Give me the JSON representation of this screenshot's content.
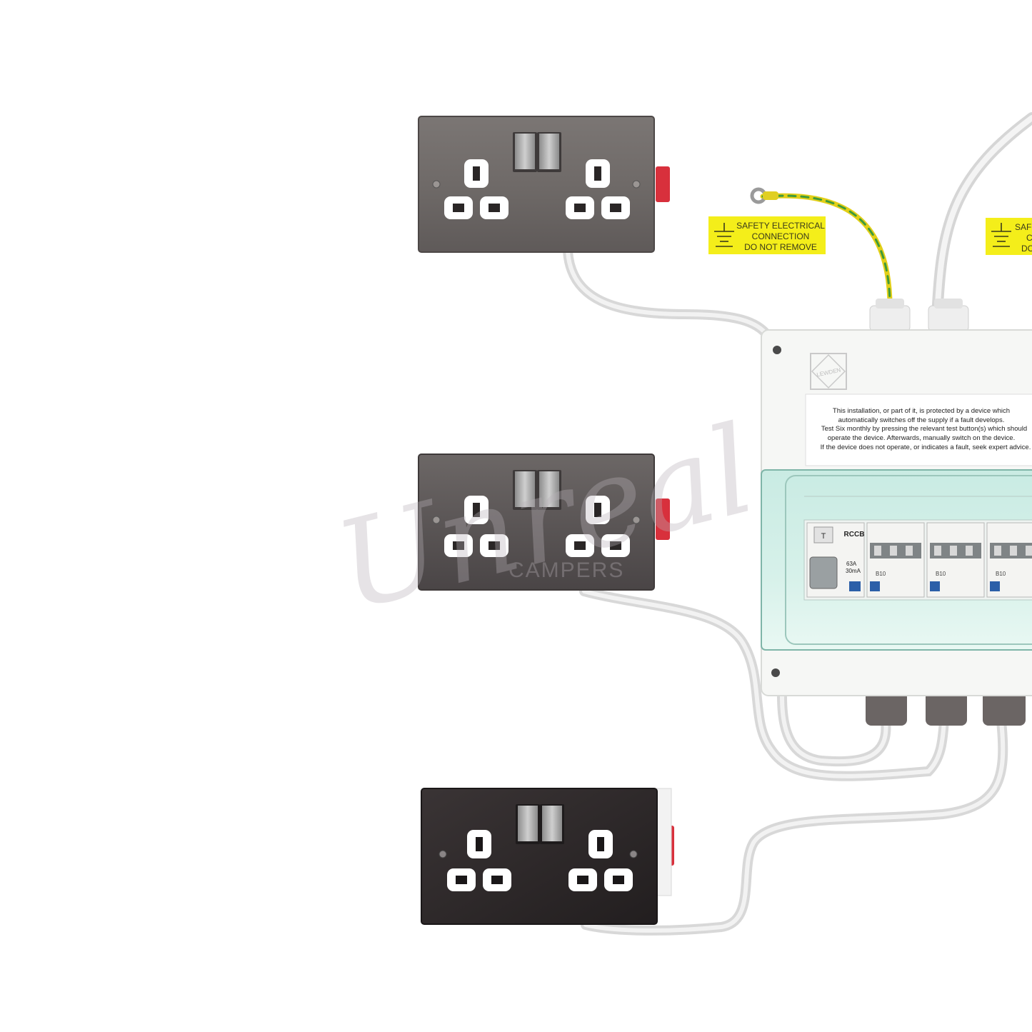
{
  "colors": {
    "background": "#ffffff",
    "plate_grey": "#726d6b",
    "plate_dark": "#2f2a2b",
    "label_yellow": "#f4ee1a",
    "label_text": "#3a3a1a",
    "cable": "#dcdcdc",
    "enclosure": "#f6f7f5",
    "clear_cover": "#bfe3da",
    "red_clip": "#d8303c",
    "earth_green": "#3f9a3a",
    "earth_yellow": "#e9d51a"
  },
  "safety_label_1": {
    "line1": "SAFETY ELECTRICAL",
    "line2": "CONNECTION",
    "line3": "DO NOT REMOVE",
    "icon": "earth-symbol-icon"
  },
  "safety_label_2": {
    "line1": "SAFE",
    "line2": "C",
    "line3": "DO"
  },
  "enclosure": {
    "brand": "LEWDEN",
    "notice": [
      "This installation, or part of it, is protected by a device which",
      "automatically switches off the supply if a fault develops.",
      "Test Six monthly by pressing the relevant test button(s) which should",
      "operate the device. Afterwards, manually switch on the device.",
      "If the device does not operate, or indicates a fault, seek expert advice."
    ]
  },
  "rccb": {
    "title": "RCCB",
    "rating": "63A",
    "sensitivity": "30mA",
    "test_button": "T"
  },
  "mcbs": [
    "B10",
    "B10",
    "B10"
  ],
  "watermark": {
    "script": "Unreal",
    "sub": "CAMPERS"
  },
  "sockets": [
    {
      "finish": "grey"
    },
    {
      "finish": "grey"
    },
    {
      "finish": "dark"
    }
  ]
}
